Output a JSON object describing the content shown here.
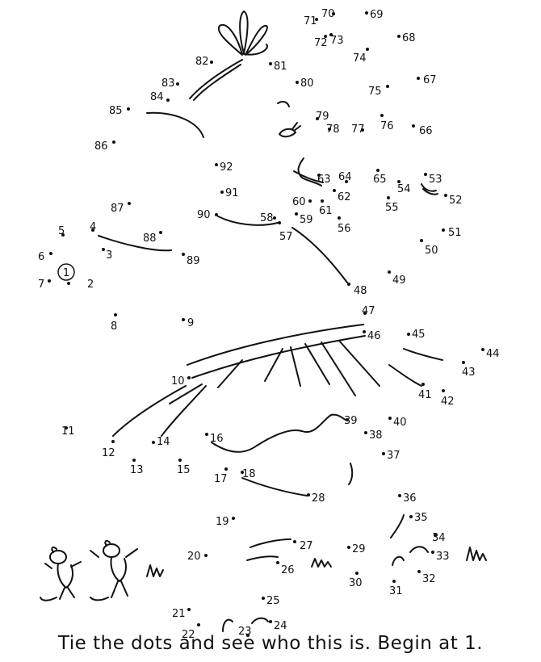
{
  "caption": "Tie the dots and see who this is. Begin at 1.",
  "start_marker": "1",
  "dots": [
    "2",
    "3",
    "4",
    "5",
    "6",
    "7",
    "8",
    "9",
    "10",
    "11",
    "12",
    "13",
    "14",
    "15",
    "16",
    "17",
    "18",
    "19",
    "20",
    "21",
    "22",
    "23",
    "24",
    "25",
    "26",
    "27",
    "28",
    "29",
    "30",
    "31",
    "32",
    "33",
    "34",
    "35",
    "36",
    "37",
    "38",
    "39",
    "40",
    "41",
    "42",
    "43",
    "44",
    "45",
    "46",
    "47",
    "48",
    "49",
    "50",
    "51",
    "52",
    "53",
    "54",
    "55",
    "56",
    "57",
    "58",
    "59",
    "60",
    "61",
    "62",
    "63",
    "64",
    "65",
    "66",
    "67",
    "68",
    "69",
    "70",
    "71",
    "72",
    "73",
    "74",
    "75",
    "76",
    "77",
    "78",
    "79",
    "80",
    "81",
    "82",
    "83",
    "84",
    "85",
    "86",
    "87",
    "88",
    "89",
    "90",
    "91",
    "92"
  ],
  "ink_color": "#111111"
}
